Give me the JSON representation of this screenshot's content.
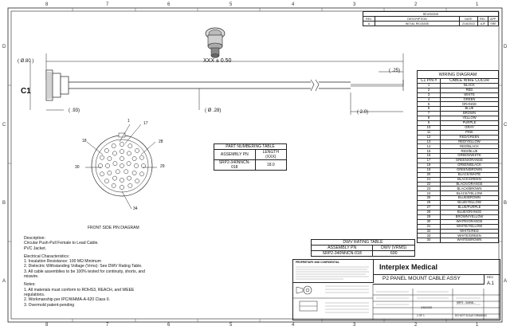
{
  "grid": {
    "columns": [
      "8",
      "7",
      "6",
      "5",
      "4",
      "3",
      "2",
      "1"
    ],
    "rows": [
      "D",
      "C",
      "B",
      "A"
    ]
  },
  "revisions": {
    "title": "REVISIONS",
    "headers": [
      "REV.",
      "DESCRIPTION",
      "DATE",
      "REL.",
      "APP."
    ],
    "rows": [
      [
        "A",
        "INITIAL RELEASE",
        "2/16/2022",
        "AJF",
        "SRE"
      ]
    ]
  },
  "drawing": {
    "c1_label": "C1",
    "dim_diameter_80": "( Ø.80 )",
    "dim_length": "XXX ± 0.50",
    "dim_93": "( .93)",
    "dim_diameter_28": "( Ø .28)",
    "dim_2": "( 2.0)",
    "dim_25": "( .25)",
    "pin_callouts": [
      "1",
      "17",
      "18",
      "28",
      "30",
      "29",
      "34"
    ],
    "front_side_caption": "FRONT SIDE PIN DIAGRAM"
  },
  "part_numbering": {
    "title": "PART NUMBERING TABLE",
    "headers": [
      "ASSEMBLY PN",
      "LENGTH (XXX)"
    ],
    "rows": [
      [
        "SRP2-340NNCN-018",
        "18.0"
      ]
    ]
  },
  "wiring": {
    "title": "WIRING DIAGRAM",
    "headers": [
      "C1 PIN #",
      "CABLE WIRE COLOR"
    ],
    "rows": [
      [
        "1",
        "BLACK"
      ],
      [
        "2",
        "RED"
      ],
      [
        "3",
        "WHITE"
      ],
      [
        "4",
        "GREEN"
      ],
      [
        "5",
        "ORANGE"
      ],
      [
        "6",
        "BLUE"
      ],
      [
        "7",
        "BROWN"
      ],
      [
        "8",
        "YELLOW"
      ],
      [
        "9",
        "PURPLE"
      ],
      [
        "10",
        "GRAY"
      ],
      [
        "11",
        "PINK"
      ],
      [
        "12",
        "RED/GREEN"
      ],
      [
        "13",
        "RED/YELLOW"
      ],
      [
        "14",
        "RED/BLACK"
      ],
      [
        "15",
        "RED/BLUE"
      ],
      [
        "16",
        "GREEN/WHITE"
      ],
      [
        "17",
        "GREEN/ORANGE"
      ],
      [
        "18",
        "GREEN/BLACK"
      ],
      [
        "19",
        "GREEN/BROWN"
      ],
      [
        "20",
        "BLACK/WHITE"
      ],
      [
        "21",
        "BLACK/GREEN"
      ],
      [
        "22",
        "BLACK/ORANGE"
      ],
      [
        "23",
        "BLACK/BROWN"
      ],
      [
        "24",
        "BLACK/YELLOW"
      ],
      [
        "25",
        "BLUE/BROWN"
      ],
      [
        "26",
        "BLUE/YELLOW"
      ],
      [
        "27",
        "BLUE/PURPLE"
      ],
      [
        "28",
        "BLUE/ORANGE"
      ],
      [
        "29",
        "BROWN/YELLOW"
      ],
      [
        "30",
        "WHITE/ORANGE"
      ],
      [
        "31",
        "WHITE/YELLOW"
      ],
      [
        "32",
        "WHITE/RED"
      ],
      [
        "33",
        "WHITE/GREEN"
      ],
      [
        "34",
        "WHITE/BROWN"
      ]
    ]
  },
  "dwv_rating": {
    "title": "DWV RATING TABLE",
    "headers": [
      "ASSEMBLY PN",
      "DWV (VRMS)"
    ],
    "rows": [
      [
        "SRP2-340NNCN-018",
        "600"
      ]
    ]
  },
  "notes": {
    "description_heading": "Description:",
    "description_lines": [
      "Circular Push-Pull Female to Lead Cable.",
      "PVC Jacket."
    ],
    "electrical_heading": "Electrical Characteristics:",
    "electrical_lines": [
      "1. Insulation Resistance: 100 MΩ Minimum",
      "2. Dielectric Withstanding Voltage (Vrms): See DWV Rating Table.",
      "3. All cable assemblies to be 100% tested for continuity, shorts, and",
      "miswire."
    ],
    "notes_heading": "Notes:",
    "notes_lines": [
      "1. All materials must conform to ROHS3, REACH, and WEEE",
      "regulations.",
      "2. Workmanship per IPC/WHMA-A-620 Class II.",
      "3. Overmold patent-pending"
    ]
  },
  "title_block": {
    "company": "Interplex Medical",
    "title": "P2 PANEL MOUNT CABLE ASSY",
    "rev_label": "REV",
    "rev_value": "A.1",
    "proprietary": "PROPRIETARY AND CONFIDENTIAL",
    "dwg_no": "SRP2 - 340NN...",
    "scale": "DO NOT SCALE DRAWING",
    "sheet": "1 OF 1",
    "date": "2/16/2022"
  }
}
